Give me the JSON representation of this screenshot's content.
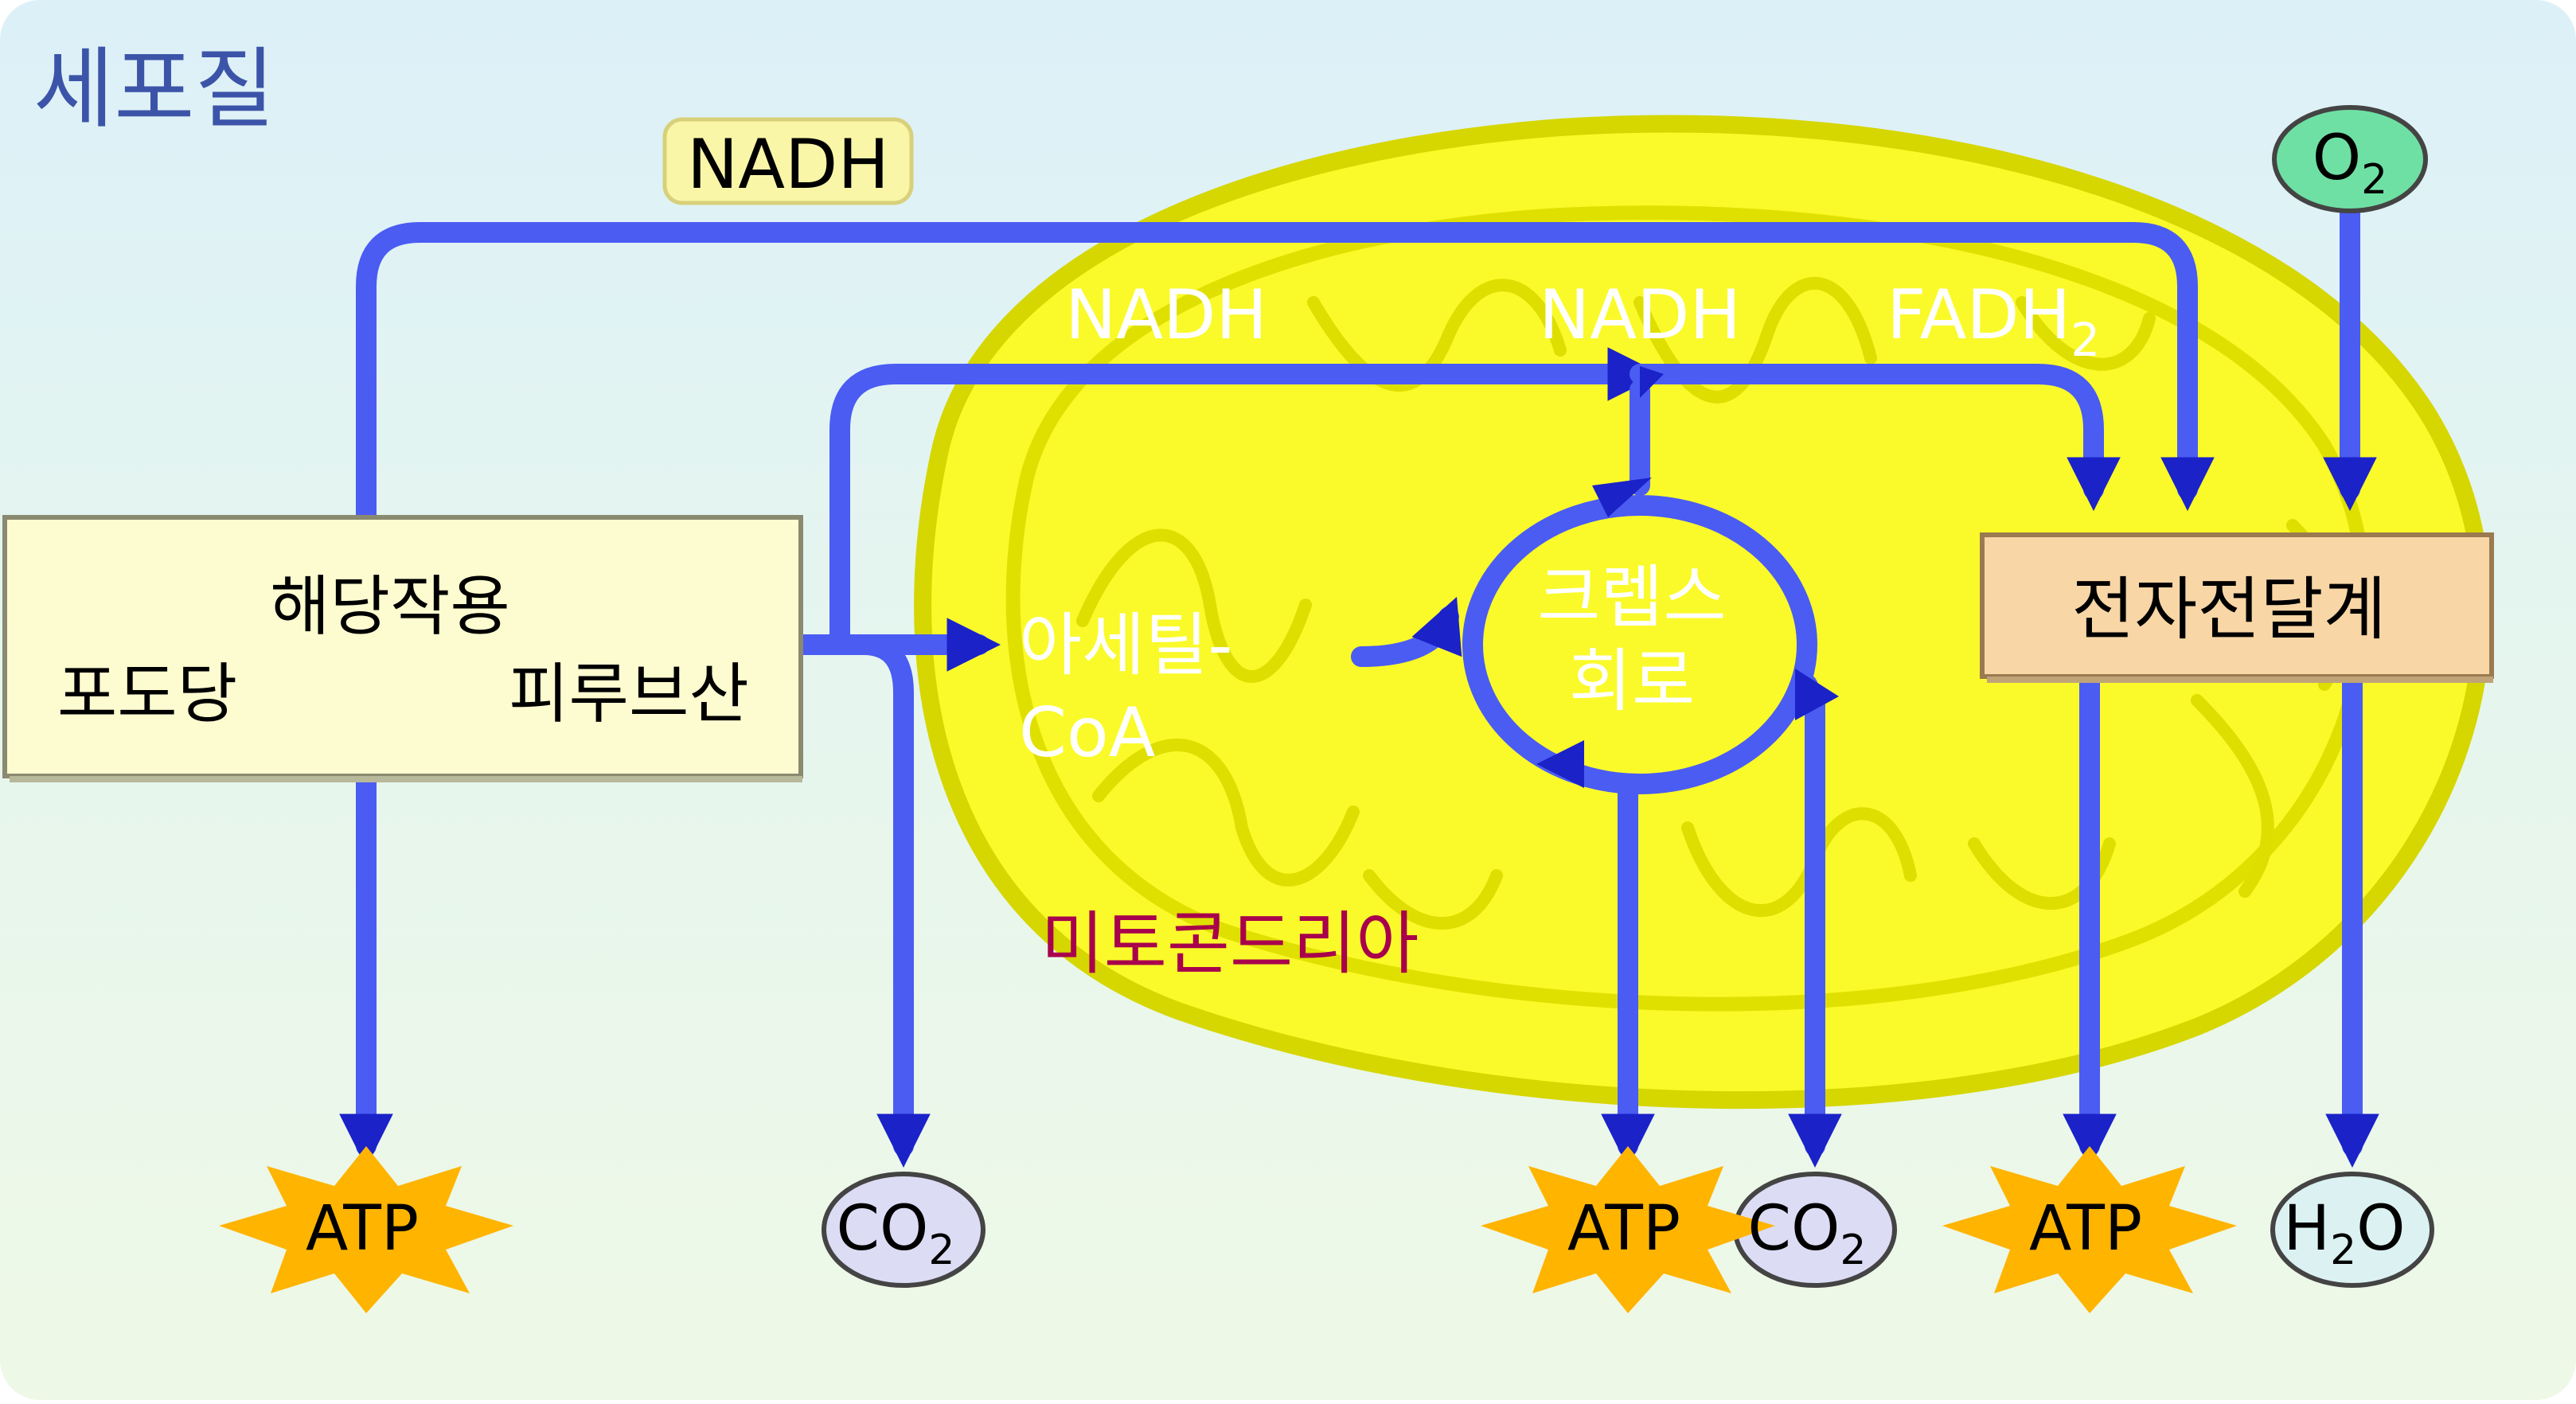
{
  "diagram": {
    "region_label": "세포질",
    "organelle_label": "미토콘드리아",
    "glycolysis": {
      "title": "해당작용",
      "start": "포도당",
      "end": "피루브산"
    },
    "acetyl_coa": {
      "line1": "아세틸-",
      "line2": "CoA"
    },
    "krebs": {
      "line1": "크렙스",
      "line2": "회로"
    },
    "etc_label": "전자전달계",
    "nadh_outer": "NADH",
    "nadh_1": "NADH",
    "nadh_2": "NADH",
    "fadh2": {
      "base": "FADH",
      "sub": "2"
    },
    "o2": {
      "base": "O",
      "sub": "2"
    },
    "atp_1": "ATP",
    "atp_2": "ATP",
    "atp_3": "ATP",
    "co2_1": {
      "base": "CO",
      "sub": "2"
    },
    "co2_2": {
      "base": "CO",
      "sub": "2"
    },
    "h2o": {
      "pre": "H",
      "sub": "2",
      "post": "O"
    },
    "colors": {
      "background": "#e2f5f0",
      "arrow": "#4a5cf2",
      "arrow_head": "#1a22c8",
      "mito_fill": "#fafa2a",
      "mito_outline": "#d6d600",
      "box_fill": "#fdfbd0",
      "etc_fill": "#f8d6a6",
      "star": "#ffb400",
      "o2_fill": "#6fe0a4",
      "co2_fill": "#dcdcf5",
      "h2o_fill": "#dcf2f2",
      "title_text": "#3c54a8",
      "mito_text": "#a8004c"
    }
  }
}
